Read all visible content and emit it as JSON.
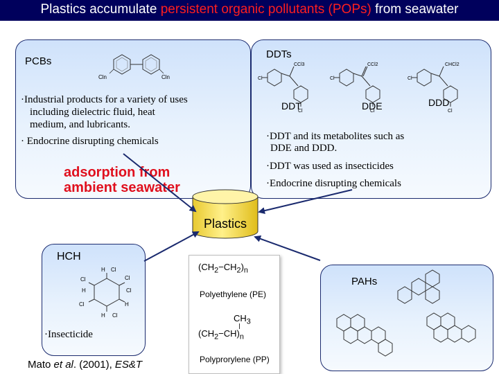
{
  "title": {
    "part1": "Plastics accumulate ",
    "highlight": "persistent organic pollutants (POPs)",
    "part2": " from seawater"
  },
  "pcbs": {
    "label": "PCBs",
    "bullet1_line1": "·Industrial products for a variety of uses",
    "bullet1_line2": "including dielectric fluid, heat",
    "bullet1_line3": "medium, and lubricants.",
    "bullet2": "· Endocrine disrupting chemicals",
    "struct_left": "Cln",
    "struct_right": "Cln"
  },
  "ddts": {
    "label": "DDTs",
    "names": [
      "DDT",
      "DDE",
      "DDD"
    ],
    "groups": [
      "CCl3",
      "CCl2",
      "CHCl2"
    ],
    "cl": "Cl",
    "bullet1_line1": "·DDT and its metabolites such as",
    "bullet1_line2": "DDE and DDD.",
    "bullet2": "·DDT was used as insecticides",
    "bullet3": "·Endocrine disrupting chemicals"
  },
  "adsorption": {
    "line1": "adsorption from",
    "line2": "ambient seawater"
  },
  "plastics": {
    "label": "Plastics"
  },
  "hch": {
    "label": "HCH",
    "bullet": "·Insecticide",
    "atom_cl": "Cl",
    "atom_h": "H"
  },
  "polymers": {
    "pe_formula_a": "CH",
    "pe_formula_b": "CH",
    "sub2": "2",
    "n": "n",
    "pe_name": "Polyethylene (PE)",
    "pp_ch3": "CH",
    "sub3": "3",
    "pp_formula_a": "CH",
    "pp_formula_b": "CH",
    "pp_name": "Polyprorylene (PP)"
  },
  "pahs": {
    "label": "PAHs"
  },
  "citation": {
    "author": "Mato ",
    "etal": "et al",
    "rest": ". (2001), ",
    "journal": "ES&T"
  },
  "colors": {
    "title_bar": "#00005c",
    "title_highlight": "#ff1e1e",
    "red_text": "#e0101e",
    "box_border": "#1a2a6e",
    "cylinder": "#ffe566",
    "arrow": "#1a2a6e"
  }
}
